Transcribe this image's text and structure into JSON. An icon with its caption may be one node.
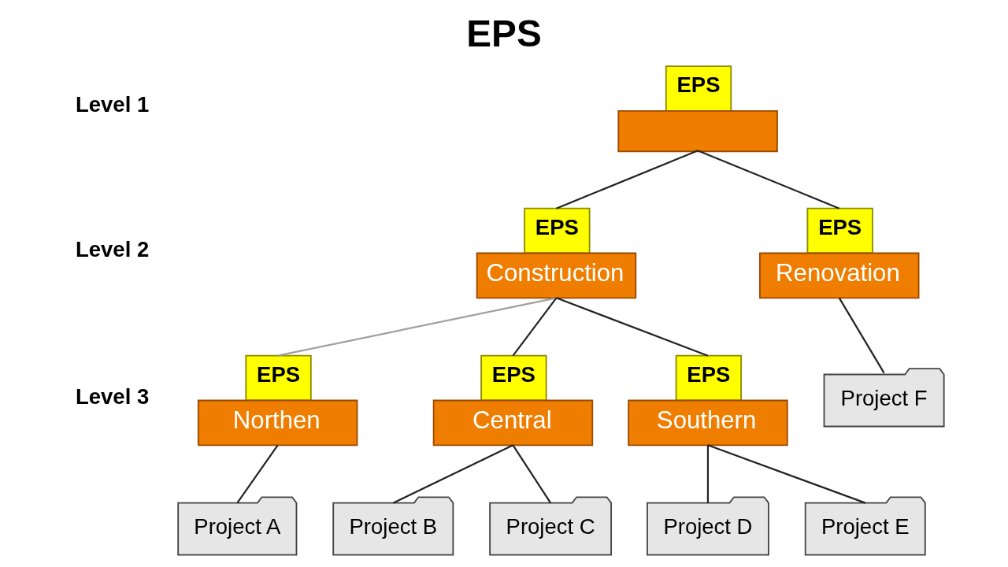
{
  "diagram": {
    "title": "EPS",
    "nodes": [
      {
        "text": [
          "EPS"
        ]
      },
      {
        "text": [
          "EPS",
          "Construction"
        ]
      },
      {
        "text": [
          "EPS",
          "Renovation"
        ]
      },
      {
        "text": [
          "EPS",
          "Northen"
        ]
      },
      {
        "text": [
          "EPS",
          "Central"
        ]
      },
      {
        "text": [
          "EPS",
          "Southern"
        ]
      },
      {
        "text": [
          "Project F"
        ]
      },
      {
        "text": [
          "Project A"
        ]
      },
      {
        "text": [
          "Project B"
        ]
      },
      {
        "text": [
          "Project C"
        ]
      },
      {
        "text": [
          "Project D"
        ]
      },
      {
        "text": [
          "Project E"
        ]
      }
    ],
    "edges": [
      {
        "from": 0,
        "to": 1,
        "arrow": "none"
      },
      {
        "from": 0,
        "to": 2,
        "arrow": "none"
      },
      {
        "from": 1,
        "to": 3,
        "arrow": "none",
        "color": "#a0a0a0"
      },
      {
        "from": 1,
        "to": 4,
        "arrow": "none"
      },
      {
        "from": 1,
        "to": 5,
        "arrow": "none"
      },
      {
        "from": 2,
        "to": 6,
        "arrow": "none"
      },
      {
        "from": 3,
        "to": 7,
        "arrow": "none"
      },
      {
        "from": 4,
        "to": 8,
        "arrow": "none"
      },
      {
        "from": 4,
        "to": 9,
        "arrow": "none"
      },
      {
        "from": 5,
        "to": 10,
        "arrow": "none"
      },
      {
        "from": 5,
        "to": 11,
        "arrow": "none"
      }
    ],
    "labels": [
      "Level 1",
      "Level 2",
      "Level 3"
    ]
  }
}
